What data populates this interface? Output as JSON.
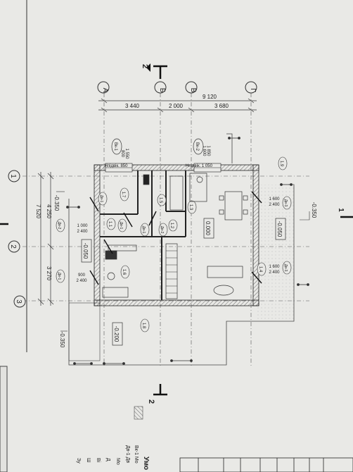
{
  "axes_letters": [
    "А",
    "Б",
    "В",
    "Г"
  ],
  "axes_numbers": [
    "1",
    "2",
    "3"
  ],
  "section_mark": "2",
  "section_mark_right": "1",
  "dims_top": {
    "total": "9 120",
    "ab": "3 440",
    "bv": "2 000",
    "vg": "3 680"
  },
  "dims_left": {
    "d12": "4 250",
    "d13": "7 520",
    "d23": "3 270"
  },
  "levels": {
    "ground_left": "-0.350",
    "ground_right": "-0.350",
    "ground_bottom": "-0.350",
    "hall": "-0.050",
    "floor": "0.000",
    "terrace": "-0.050",
    "porch": "-0.200"
  },
  "windows": {
    "vk1": {
      "tag": "Вк-1",
      "w": "800",
      "h": "1 550",
      "sill": "Нпідвік. 850"
    },
    "vk2": {
      "tag": "Вк-2",
      "w": "1 600",
      "h": "1 850",
      "sill": "Нпідвік. 1 050"
    }
  },
  "doors": {
    "d1": {
      "tag": "Дв-1",
      "w": "900",
      "h": "2 400"
    },
    "d2": {
      "tag": "Дв-2",
      "w": "1 000",
      "h": "2 400"
    },
    "d3": {
      "tag": "Дв-3",
      "w1": "1 600",
      "h1": "2 400",
      "w2": "1 600",
      "h2": "2 400"
    },
    "inner": [
      "Дв-1",
      "Дв-1",
      "Дв-1",
      "Дв-2",
      "Дв-3"
    ]
  },
  "rooms": [
    "1.1",
    "1.2",
    "1.3",
    "1.4",
    "1.5",
    "1.6",
    "1.7",
    "1.8",
    "1.9"
  ],
  "legend": {
    "title": "Умо",
    "rows": [
      "Вк-1 Мо",
      "Дв-1 Дв",
      "Мо",
      "Д",
      "Ві",
      "Ш",
      "Зу"
    ]
  },
  "colors": {
    "paper": "#e9e9e6",
    "ink": "#2a2a2a",
    "hatch": "#7a7a7a"
  }
}
